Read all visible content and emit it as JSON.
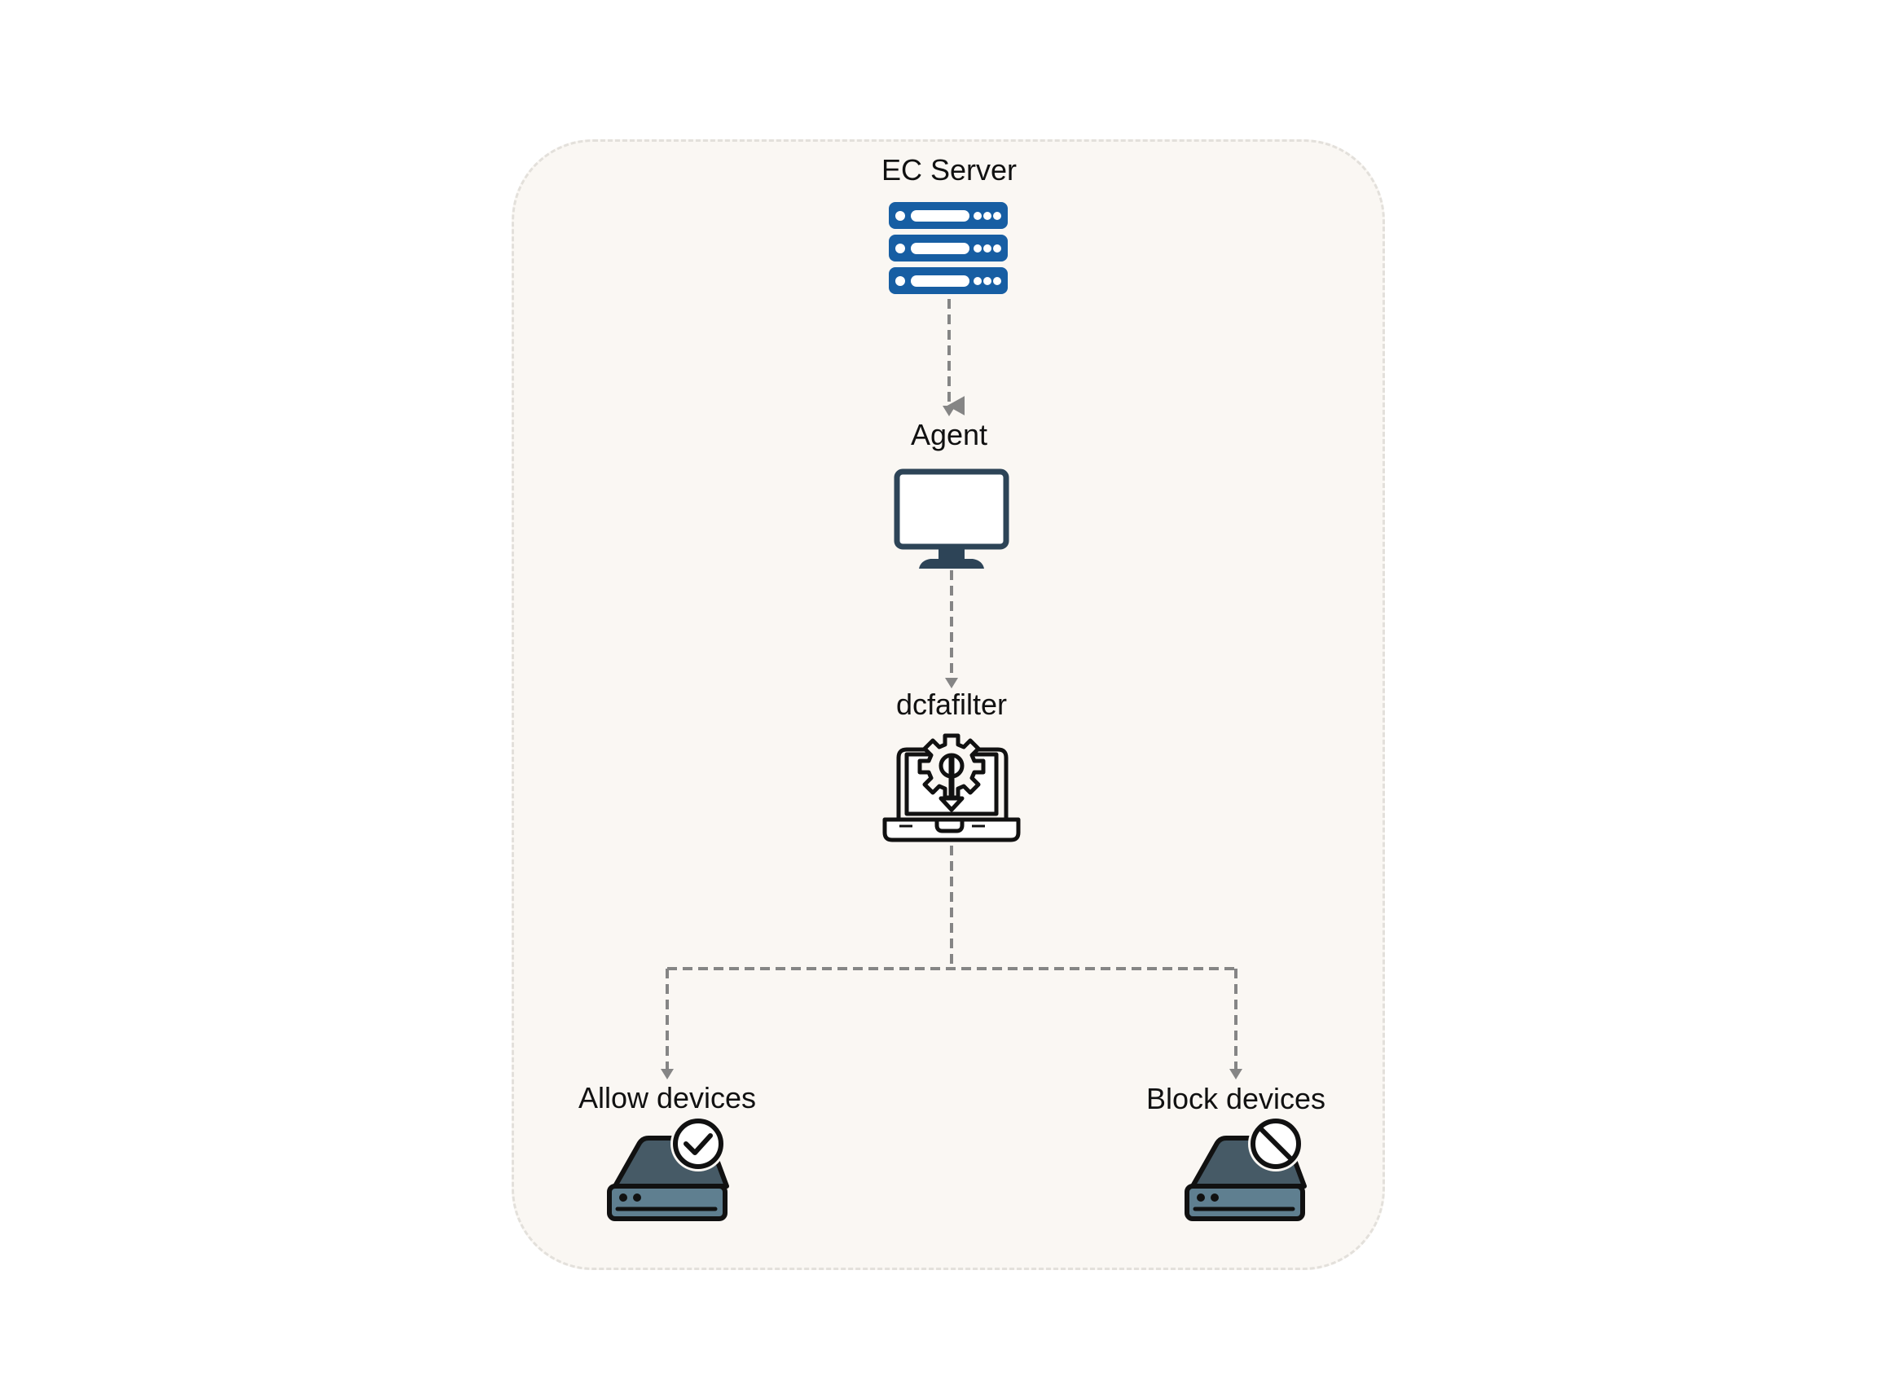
{
  "nodes": {
    "server": {
      "label": "EC Server",
      "icon": "server-rack-icon"
    },
    "agent": {
      "label": "Agent",
      "icon": "monitor-icon"
    },
    "filter": {
      "label": "dcfafilter",
      "icon": "laptop-gear-icon"
    },
    "allow": {
      "label": "Allow devices",
      "icon": "drive-check-icon"
    },
    "block": {
      "label": "Block devices",
      "icon": "drive-block-icon"
    }
  },
  "colors": {
    "server_blue": "#175ea3",
    "monitor_dark": "#2d4457",
    "drive_top": "#465a66",
    "drive_front": "#5f7f90",
    "connector": "#858585",
    "frame_fill": "#faf7f3"
  }
}
